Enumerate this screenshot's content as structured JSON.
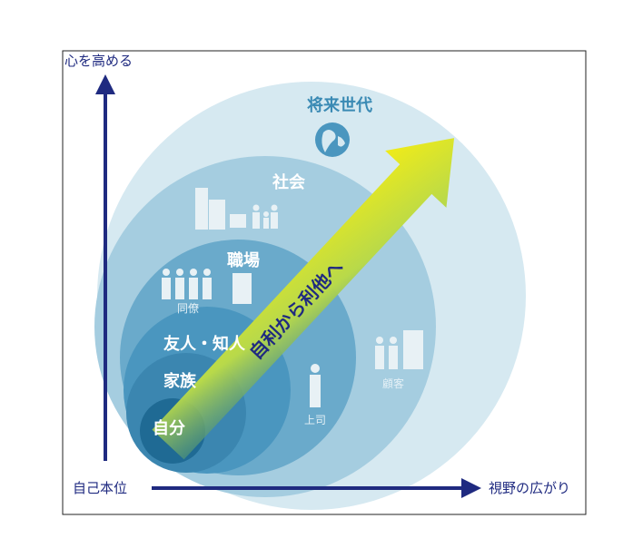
{
  "axes": {
    "y_label": "心を高める",
    "x_start_label": "自己本位",
    "x_end_label": "視野の広がり"
  },
  "circles": [
    {
      "label": "将来世代",
      "icon": "globe-icon",
      "color": "#d6e9f1"
    },
    {
      "label": "社会",
      "icons": [
        "buildings-icon",
        "shop-icon",
        "family-icon"
      ],
      "color": "#a5cde0"
    },
    {
      "label": "職場",
      "color": "#6aaacb"
    },
    {
      "label": "友人・知人",
      "color": "#4a96bf"
    },
    {
      "label": "家族",
      "color": "#3b86b0"
    },
    {
      "label": "自分",
      "color": "#1f6a94"
    }
  ],
  "people": {
    "colleagues": "同僚",
    "boss": "上司",
    "customers": "顧客"
  },
  "arrow": {
    "label": "自利から利他へ",
    "color_start": "#2a7a8a",
    "color_end": "#f7ee12"
  }
}
